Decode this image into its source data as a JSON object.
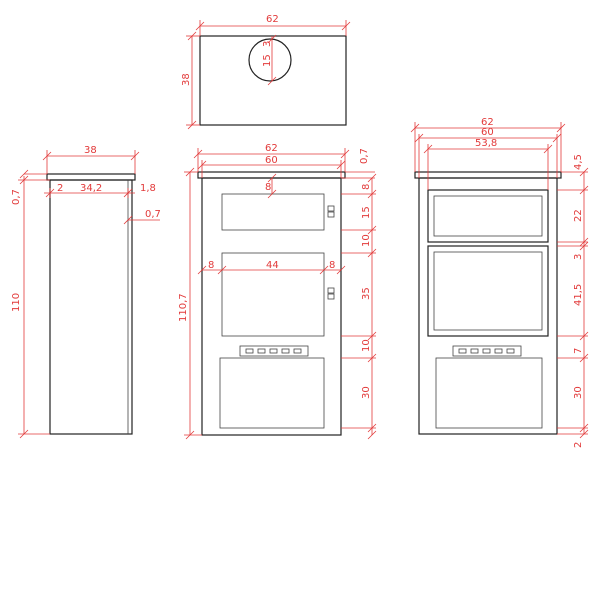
{
  "colors": {
    "dimension": "#e23a3a",
    "object": "#222222",
    "background": "#ffffff"
  },
  "top_view": {
    "width_label": "62",
    "depth_label": "38",
    "hole_diameter_label": "15",
    "hole_offset_label": "3"
  },
  "side_view": {
    "depth_label": "38",
    "inner_label": "34,2",
    "back_offset_label": "2",
    "front_offset_label": "1,8",
    "top_thickness_label": "0,7",
    "front_panel_label": "0,7",
    "height_label": "110"
  },
  "front_view": {
    "overall_width_label": "62",
    "body_width_label": "60",
    "top_thickness_label": "0,7",
    "height_label": "110,7",
    "gap_label": "8",
    "left_margin_label": "8",
    "opening_width_label": "44",
    "right_margin_label": "8",
    "right_dims": [
      "8",
      "15",
      "10",
      "35",
      "10",
      "30"
    ]
  },
  "front_view_alt": {
    "overall_width_label": "62",
    "body_width_label": "60",
    "inner_width_label": "53,8",
    "right_dims": [
      "4,5",
      "22",
      "3",
      "41,5",
      "7",
      "30",
      "2"
    ]
  }
}
